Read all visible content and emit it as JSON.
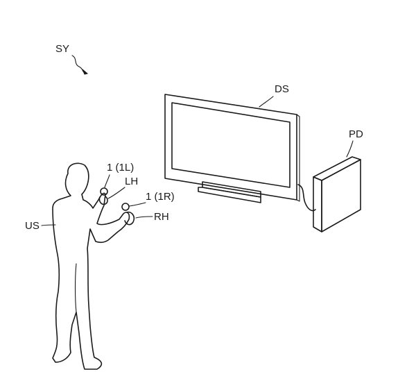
{
  "labels": {
    "system": "SY",
    "display": "DS",
    "processing_device": "PD",
    "user": "US",
    "left_hand": "LH",
    "right_hand": "RH",
    "left_controller": "1 (1L)",
    "right_controller": "1 (1R)"
  }
}
